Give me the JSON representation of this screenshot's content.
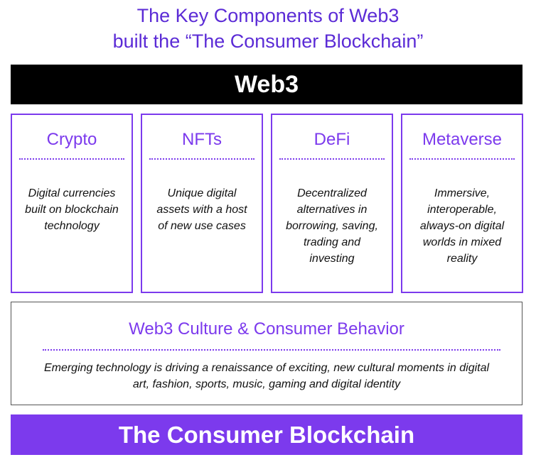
{
  "title": {
    "line1": "The Key Components of Web3",
    "line2": "built the “The Consumer Blockchain”"
  },
  "web3_bar": {
    "label": "Web3"
  },
  "components": [
    {
      "name": "Crypto",
      "desc": [
        "Digital currencies",
        "built on blockchain",
        "technology"
      ]
    },
    {
      "name": "NFTs",
      "desc": [
        "Unique digital",
        "assets with a host",
        "of new use cases"
      ]
    },
    {
      "name": "DeFi",
      "desc": [
        "Decentralized",
        "alternatives in",
        "borrowing, saving,",
        "trading and",
        "investing"
      ]
    },
    {
      "name": "Metaverse",
      "desc": [
        "Immersive,",
        "interoperable,",
        "always-on digital",
        "worlds in mixed",
        "reality"
      ]
    }
  ],
  "culture": {
    "title": "Web3 Culture & Consumer Behavior",
    "desc": [
      "Emerging technology is driving a renaissance of exciting, new cultural moments in digital",
      "art, fashion, sports, music, gaming and digital identity"
    ]
  },
  "bottom_bar": {
    "label": "The Consumer Blockchain"
  },
  "colors": {
    "accent": "#7c3aed",
    "title": "#5b2bd6",
    "dark_bar": "#000000"
  }
}
